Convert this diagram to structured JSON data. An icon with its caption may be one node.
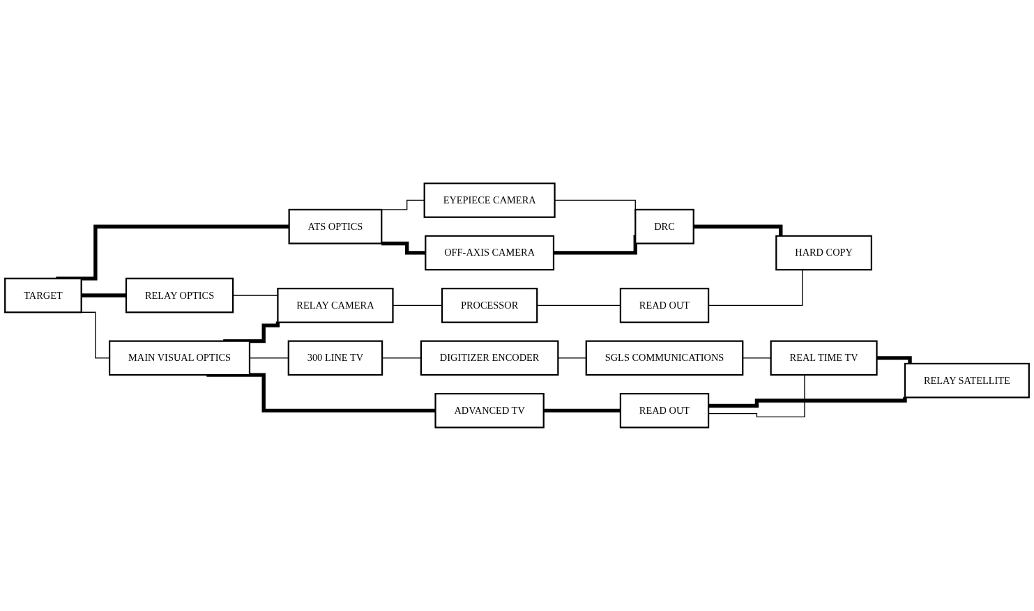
{
  "diagram": {
    "nodes": [
      {
        "text": [
          "TARGET"
        ]
      },
      {
        "text": [
          "ATS OPTICS"
        ]
      },
      {
        "text": [
          "RELAY OPTICS"
        ]
      },
      {
        "text": [
          "MAIN VISUAL OPTICS"
        ]
      },
      {
        "text": [
          "EYEPIECE CAMERA"
        ]
      },
      {
        "text": [
          "OFF-AXIS CAMERA"
        ]
      },
      {
        "text": [
          "RELAY CAMERA"
        ]
      },
      {
        "text": [
          "PROCESSOR"
        ]
      },
      {
        "text": [
          "READ OUT"
        ]
      },
      {
        "text": [
          "HARD COPY"
        ]
      },
      {
        "text": [
          "DRC"
        ]
      },
      {
        "text": [
          "300 LINE TV"
        ]
      },
      {
        "text": [
          "DIGITIZER ENCODER"
        ]
      },
      {
        "text": [
          "SGLS COMMUNICATIONS"
        ]
      },
      {
        "text": [
          "REAL TIME TV"
        ]
      },
      {
        "text": [
          "ADVANCED TV"
        ]
      },
      {
        "text": [
          "READ OUT"
        ]
      },
      {
        "text": [
          "RELAY SATELLITE"
        ]
      }
    ],
    "edges": [
      {
        "from": 0,
        "to": 1,
        "arrow": "none",
        "style": "thick"
      },
      {
        "from": 0,
        "to": 2,
        "arrow": "none",
        "style": "thick"
      },
      {
        "from": 0,
        "to": 3,
        "arrow": "none"
      },
      {
        "from": 1,
        "to": 4,
        "arrow": "none"
      },
      {
        "from": 1,
        "to": 5,
        "arrow": "none",
        "style": "thick"
      },
      {
        "from": 2,
        "to": 6,
        "arrow": "none"
      },
      {
        "from": 3,
        "to": 6,
        "arrow": "none",
        "style": "thick"
      },
      {
        "from": 3,
        "to": 11,
        "arrow": "none"
      },
      {
        "from": 3,
        "to": 15,
        "arrow": "none",
        "style": "thick"
      },
      {
        "from": 4,
        "to": 10,
        "arrow": "none"
      },
      {
        "from": 5,
        "to": 10,
        "arrow": "none",
        "style": "thick"
      },
      {
        "from": 6,
        "to": 7,
        "arrow": "none"
      },
      {
        "from": 7,
        "to": 8,
        "arrow": "none"
      },
      {
        "from": 8,
        "to": 9,
        "arrow": "none"
      },
      {
        "from": 10,
        "to": 9,
        "arrow": "none",
        "style": "thick"
      },
      {
        "from": 11,
        "to": 12,
        "arrow": "none"
      },
      {
        "from": 12,
        "to": 13,
        "arrow": "none"
      },
      {
        "from": 13,
        "to": 14,
        "arrow": "none"
      },
      {
        "from": 15,
        "to": 16,
        "arrow": "none",
        "style": "thick"
      },
      {
        "from": 16,
        "to": 17,
        "arrow": "none",
        "style": "thick"
      },
      {
        "from": 16,
        "to": 14,
        "arrow": "none"
      },
      {
        "from": 14,
        "to": 17,
        "arrow": "none",
        "style": "thick"
      }
    ]
  }
}
